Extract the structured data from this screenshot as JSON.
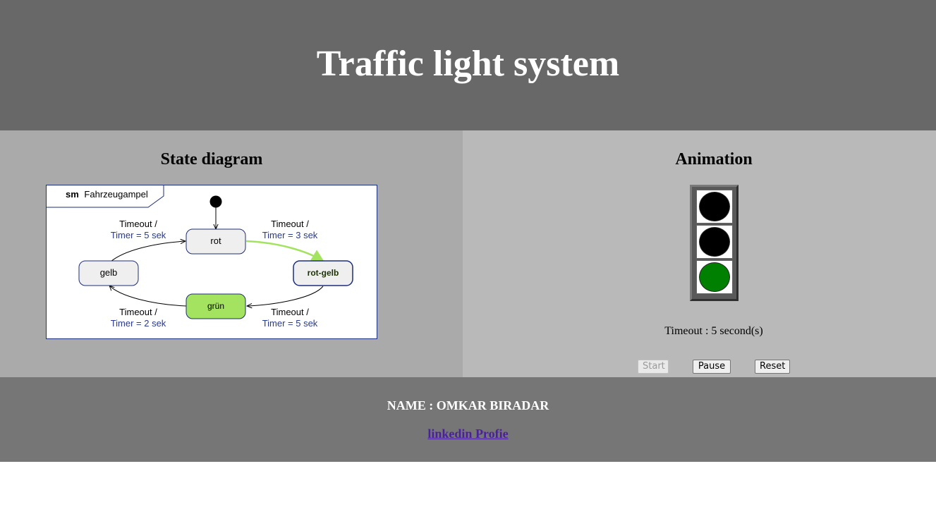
{
  "header": {
    "title": "Traffic light system"
  },
  "state_diagram": {
    "title": "State diagram",
    "frame": {
      "keyword": "sm",
      "name": "Fahrzeugampel"
    },
    "states": {
      "rot": "rot",
      "rot_gelb": "rot-gelb",
      "gruen": "grün",
      "gelb": "gelb"
    },
    "transitions": {
      "rot_to_rotgelb": {
        "event": "Timeout /",
        "action": "Timer = 3 sek"
      },
      "rotgelb_to_gruen": {
        "event": "Timeout /",
        "action": "Timer = 5 sek"
      },
      "gruen_to_gelb": {
        "event": "Timeout /",
        "action": "Timer = 2 sek"
      },
      "gelb_to_rot": {
        "event": "Timeout /",
        "action": "Timer = 5 sek"
      }
    },
    "colors": {
      "active_state": "#a3e35f",
      "active_transition": "#a3e35f",
      "frame": "#1d2e7a",
      "action_text": "#2a3a8c"
    }
  },
  "animation": {
    "title": "Animation",
    "lights": [
      {
        "name": "red",
        "state": "off",
        "color": "#000000"
      },
      {
        "name": "yellow",
        "state": "off",
        "color": "#000000"
      },
      {
        "name": "green",
        "state": "on",
        "color": "#008000"
      }
    ],
    "timeout_text": "Timeout : 5 second(s)",
    "buttons": {
      "start": "Start",
      "pause": "Pause",
      "reset": "Reset"
    }
  },
  "footer": {
    "name": "NAME : OMKAR BIRADAR",
    "link": "linkedin Profie"
  }
}
